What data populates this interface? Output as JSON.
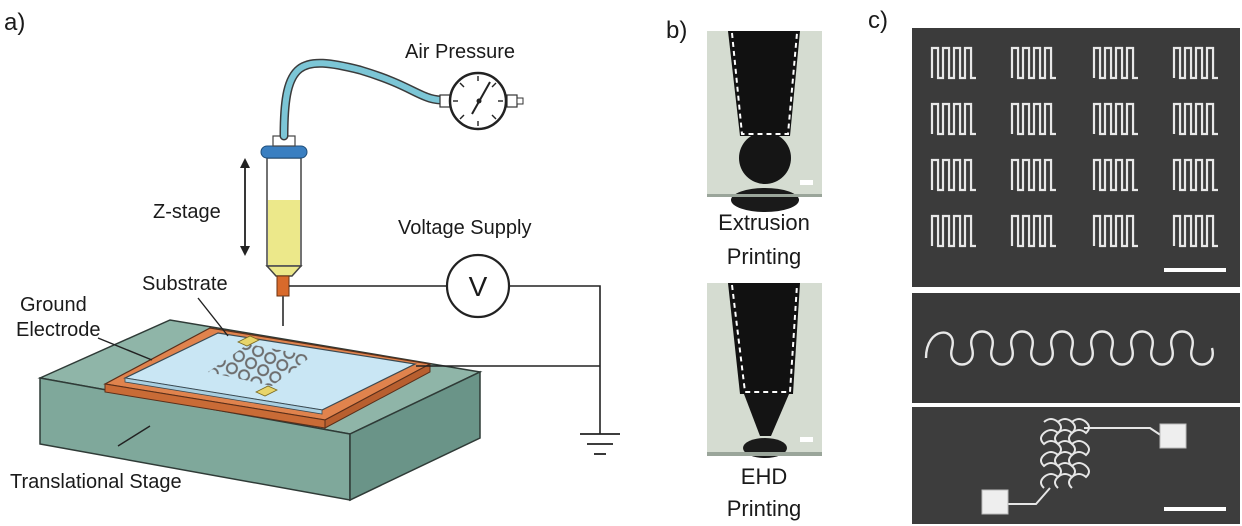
{
  "colors": {
    "tube": "#7cc6d6",
    "ink": "#ece88a",
    "electrode": "#e0834d",
    "substrate": "#c9e6f4",
    "stage": "#7fa89b",
    "cap": "#3a7fc1",
    "sem_bg": "#3b3b3b",
    "pattern": "#e8e8e8"
  },
  "panel_a": {
    "label": "a)",
    "air_pressure": "Air Pressure",
    "z_stage": "Z-stage",
    "voltage_supply": "Voltage Supply",
    "voltmeter_symbol": "V",
    "substrate": "Substrate",
    "ground_electrode_line1": "Ground",
    "ground_electrode_line2": "Electrode",
    "translational_stage": "Translational Stage"
  },
  "panel_b": {
    "label": "b)",
    "extrusion_line1": "Extrusion",
    "extrusion_line2": "Printing",
    "ehd_line1": "EHD",
    "ehd_line2": "Printing"
  },
  "panel_c": {
    "label": "c)"
  }
}
